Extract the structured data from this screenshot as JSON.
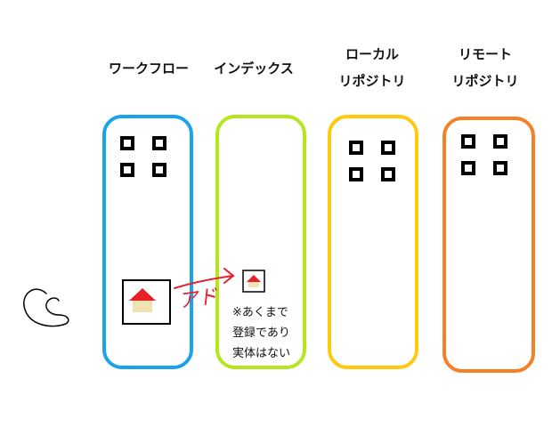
{
  "columns": [
    {
      "id": "workflow",
      "label_lines": [
        "ワークフロー"
      ],
      "border_color": "#1aa3e8"
    },
    {
      "id": "index",
      "label_lines": [
        "インデックス"
      ],
      "border_color": "#b5e61d"
    },
    {
      "id": "local-repository",
      "label_lines": [
        "ローカル",
        "リポジトリ"
      ],
      "border_color": "#ffc90e"
    },
    {
      "id": "remote-repository",
      "label_lines": [
        "リモート",
        "リポジトリ"
      ],
      "border_color": "#f58025"
    }
  ],
  "arrow": {
    "label": "アド",
    "color": "#e8202a"
  },
  "index_note": {
    "lines": [
      "※あくまで",
      "登録であり",
      "実体はない"
    ]
  },
  "file_icon": {
    "icon": "house-icon",
    "roof_color": "#e8202a",
    "wall_color": "#efe4b0"
  }
}
